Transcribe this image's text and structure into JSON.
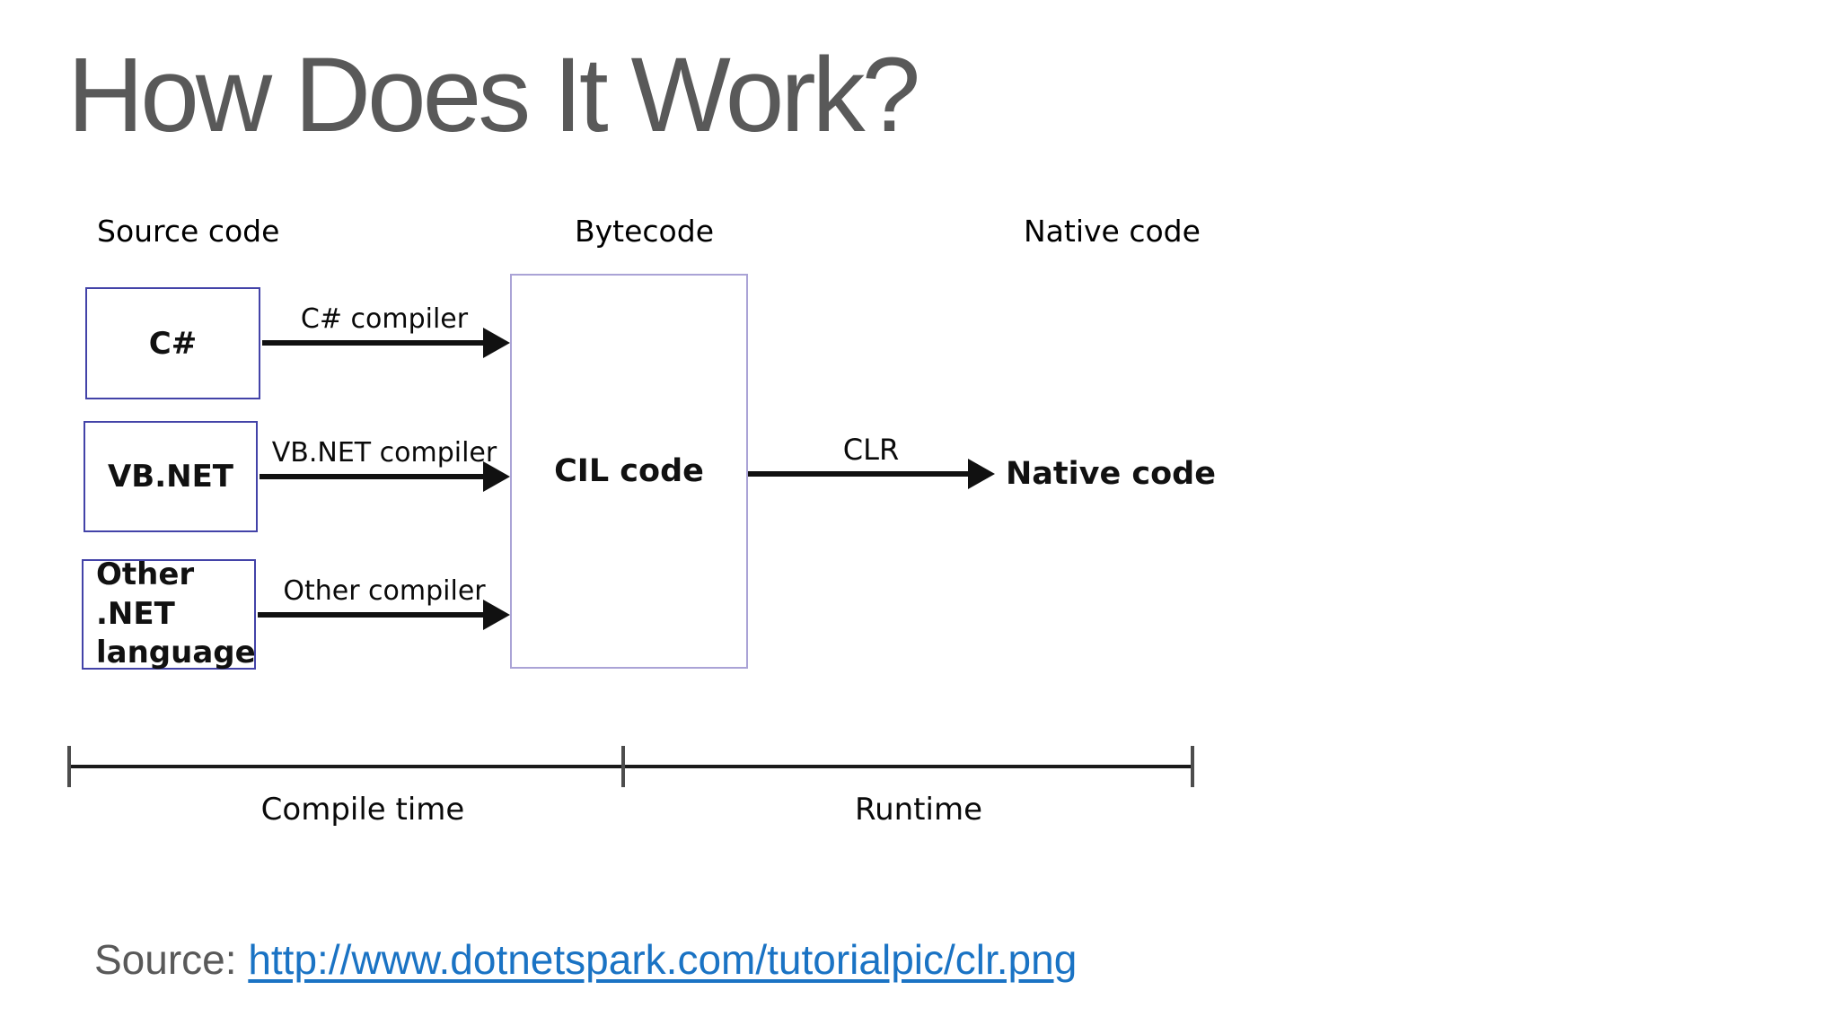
{
  "slide": {
    "title": "How Does It Work?",
    "footer": {
      "source_prefix": "Source:",
      "source_link_text": "http://www.dotnetspark.com/tutorialpic/clr.png"
    }
  },
  "diagram": {
    "column_headers": {
      "source": "Source code",
      "bytecode": "Bytecode",
      "native": "Native code"
    },
    "rows": [
      {
        "box": "C#",
        "compiler": "C# compiler"
      },
      {
        "box": "VB.NET",
        "compiler": "VB.NET compiler"
      },
      {
        "box_line1": "Other .NET",
        "box_line2": "language",
        "compiler": "Other compiler"
      }
    ],
    "cil_box_label": "CIL code",
    "clr_arrow_label": "CLR",
    "native_result_label": "Native code",
    "timeline": {
      "left_label": "Compile time",
      "right_label": "Runtime"
    }
  },
  "colors": {
    "source_box_border": "#4343a8",
    "cil_box_border": "#aaa3d6",
    "title_gray": "#595959",
    "link_blue": "#1a73c4",
    "arrow_black": "#111111"
  }
}
